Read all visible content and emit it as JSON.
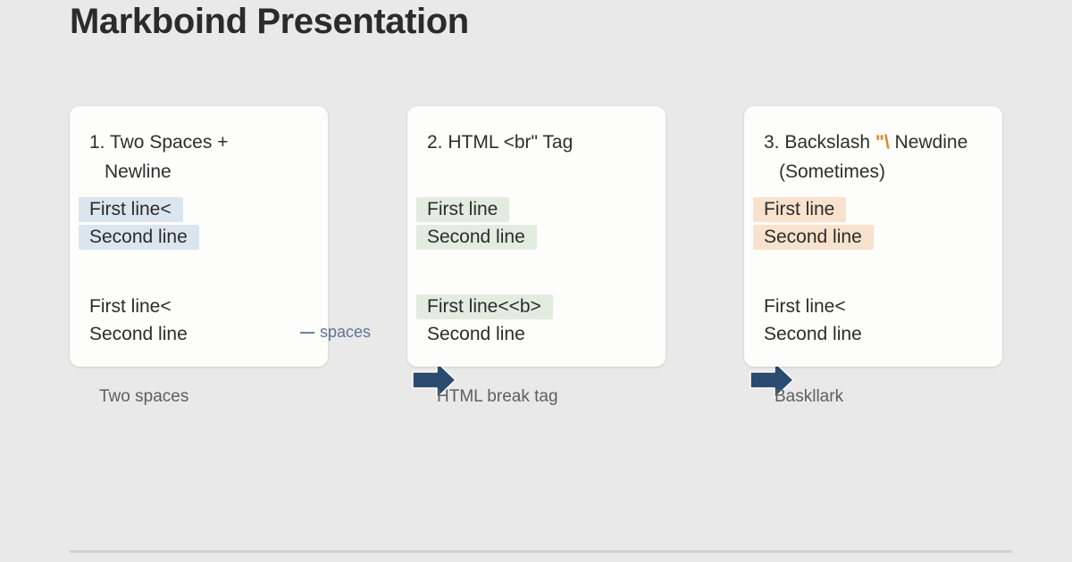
{
  "slide": {
    "title": "Markboind Presentation",
    "background_color": "#e9e9e9",
    "title_color": "#2b2b2b"
  },
  "cards": [
    {
      "heading_number": "1.",
      "heading_line1": "1. Two Spaces +",
      "heading_line2": "Newline",
      "input_line1": "First line<",
      "input_line2": "Second line",
      "output_line1": "First line<",
      "output_line2": "Second line",
      "highlight_color": "#dbe5ef",
      "caption": "Two spaces",
      "annotation": "spaces"
    },
    {
      "heading_number": "2.",
      "heading_line1": "2. HTML <br\" Tag",
      "heading_line2": "",
      "input_line1": "First line",
      "input_line2": "Second line",
      "output_line1": "First line<<b>",
      "output_line2": "Second line",
      "highlight_color": "#e3ece1",
      "caption": "HTML break tag"
    },
    {
      "heading_number": "3.",
      "heading_prefix": "3. Backslash ",
      "heading_accent": "\"\\",
      "heading_suffix": " Newdine",
      "heading_line2": "(Sometimes)",
      "input_line1": "First line",
      "input_line2": "Second line",
      "output_line1": "First line<",
      "output_line2": "Second line",
      "highlight_color": "#f9e2cd",
      "accent_color": "#e8842a",
      "caption": "Baskllark"
    }
  ],
  "arrows": {
    "color": "#2b4a6f",
    "count": 2,
    "direction": "right"
  }
}
